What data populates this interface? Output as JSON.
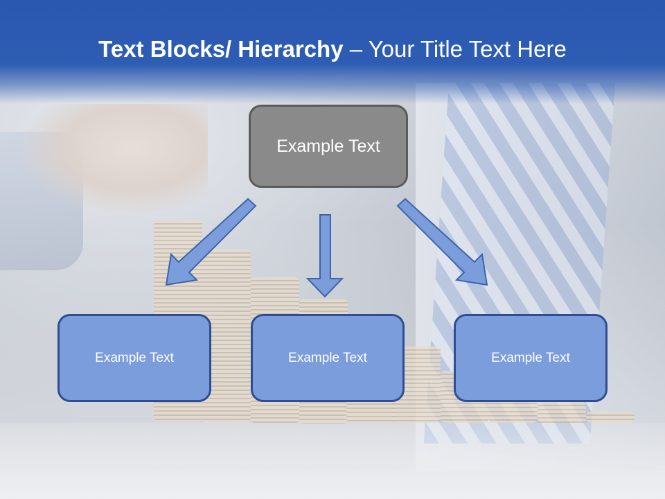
{
  "title": {
    "bold": "Text Blocks/ Hierarchy",
    "separator": " – ",
    "rest": "Your Title Text Here"
  },
  "hierarchy": {
    "top": {
      "label": "Example Text"
    },
    "children": [
      {
        "label": "Example Text"
      },
      {
        "label": "Example Text"
      },
      {
        "label": "Example Text"
      }
    ]
  },
  "colors": {
    "title_band": "#2e5db4",
    "top_box_fill": "#8a8a8a",
    "child_box_fill": "#7b9ddc",
    "child_box_border": "#2e4d93",
    "arrow_fill": "#7c9ddb"
  }
}
